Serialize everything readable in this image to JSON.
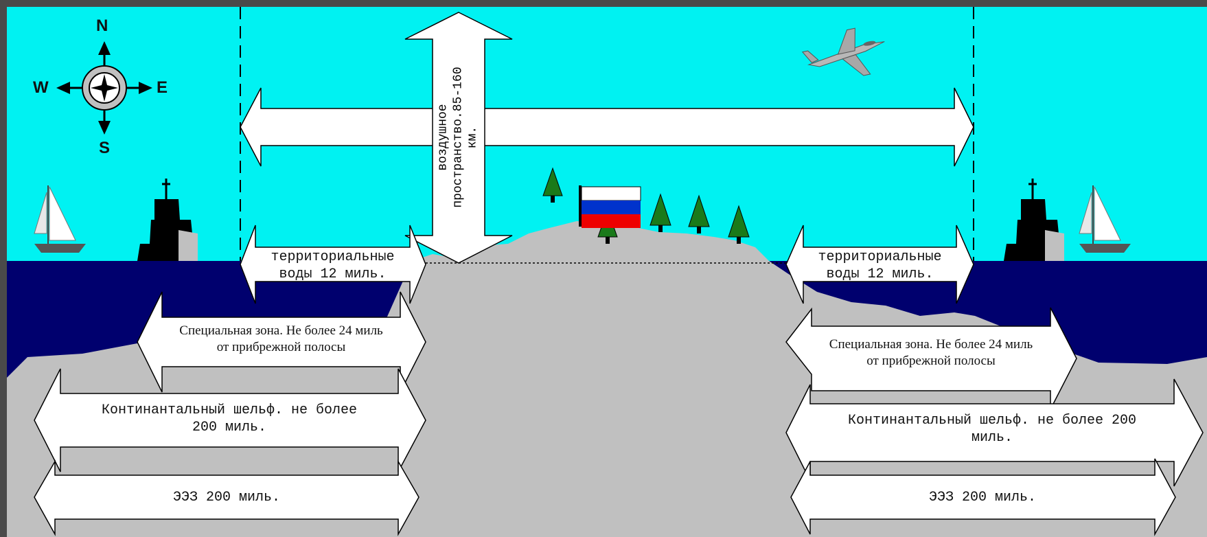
{
  "colors": {
    "sky": "#00f2f2",
    "sea": "#00006e",
    "land": "#c0c0c0",
    "frame": "#4a4a4a",
    "arrow_fill": "#ffffff",
    "arrow_stroke": "#000000"
  },
  "compass": {
    "north": "N",
    "south": "S",
    "west": "W",
    "east": "E"
  },
  "airspace": {
    "text_line1": "воздушное",
    "text_line2": "пространство.85-160",
    "text_line3": "км."
  },
  "left": {
    "territorial": [
      "территориальные",
      "воды 12 миль."
    ],
    "special": [
      "Специальная зона. Не более 24 миль",
      "от прибрежной полосы"
    ],
    "shelf": [
      "Континантальный шельф. не более",
      "200 миль."
    ],
    "eez": "ЭЭЗ 200 миль."
  },
  "right": {
    "territorial": [
      "территориальные",
      "воды 12 миль."
    ],
    "special": [
      "Специальная зона. Не более 24 миль",
      "от прибрежной полосы"
    ],
    "shelf": [
      "Континантальный шельф. не более 200",
      "миль."
    ],
    "eez": "ЭЭЗ 200 миль."
  },
  "icons": [
    "compass-icon",
    "fighter-jet-icon",
    "russian-flag-icon",
    "sailboat-icon",
    "warship-icon",
    "tree-icon"
  ]
}
